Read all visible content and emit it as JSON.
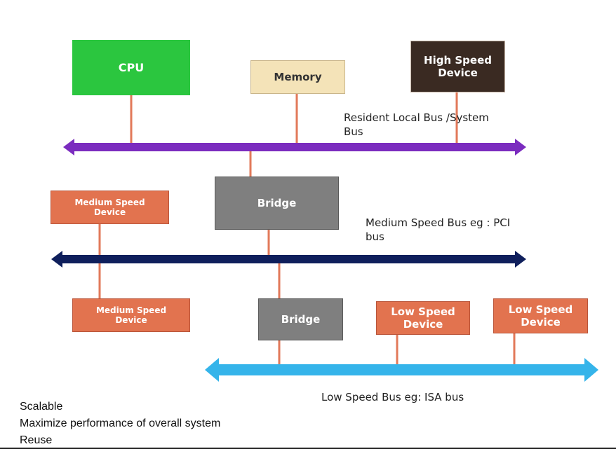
{
  "colors": {
    "system_bus": "#7b2cbf",
    "medium_bus": "#0f1f5c",
    "low_bus": "#35b4ea",
    "connector": "#e2795a",
    "cpu": "#2bc63f",
    "memory": "#f4e3b8",
    "high_speed": "#3a2a22",
    "bridge": "#7f7f7f",
    "device": "#e2734f"
  },
  "components": {
    "cpu": "CPU",
    "memory": "Memory",
    "high_speed_device": "High Speed\nDevice",
    "bridge_upper": "Bridge",
    "bridge_lower": "Bridge",
    "medium_device_1": "Medium Speed\nDevice",
    "medium_device_2": "Medium  Speed\nDevice",
    "low_device_1": "Low Speed\nDevice",
    "low_device_2": "Low Speed\nDevice"
  },
  "buses": {
    "system_bus_label": "Resident Local Bus /System\nBus",
    "medium_bus_label": "Medium Speed Bus eg : PCI\nbus",
    "low_bus_label": "Low Speed Bus eg: ISA bus"
  },
  "notes": [
    "Scalable",
    "Maximize  performance of overall system",
    "Reuse"
  ]
}
